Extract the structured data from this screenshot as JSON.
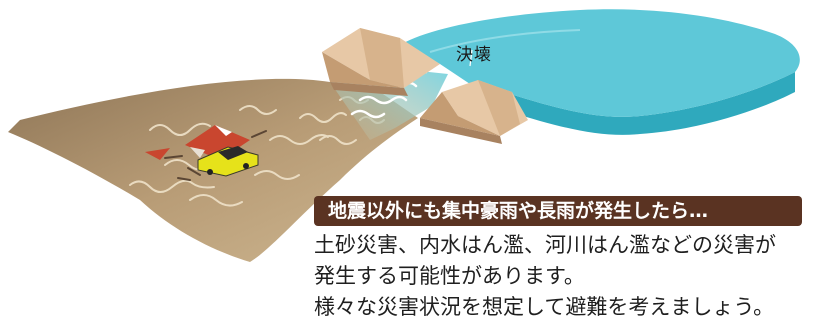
{
  "illustration": {
    "label": "決壊",
    "colors": {
      "water": "#5ec8d8",
      "water_side": "#2fa9bd",
      "levee": "#e7c8a6",
      "mud": "#b79a72",
      "debris": "#e9d8bc"
    },
    "objects": [
      "river-water",
      "levee-left",
      "levee-right",
      "breach-flow",
      "flooded-area",
      "house",
      "car",
      "debris-lines"
    ]
  },
  "banner": {
    "title": "地震以外にも集中豪雨や長雨が発生したら…",
    "color": "#5a3322"
  },
  "body": {
    "lines": [
      "土砂災害、内水はん濫、河川はん濫などの災害が",
      "発生する可能性があります。",
      "様々な災害状況を想定して避難を考えましょう。"
    ]
  }
}
